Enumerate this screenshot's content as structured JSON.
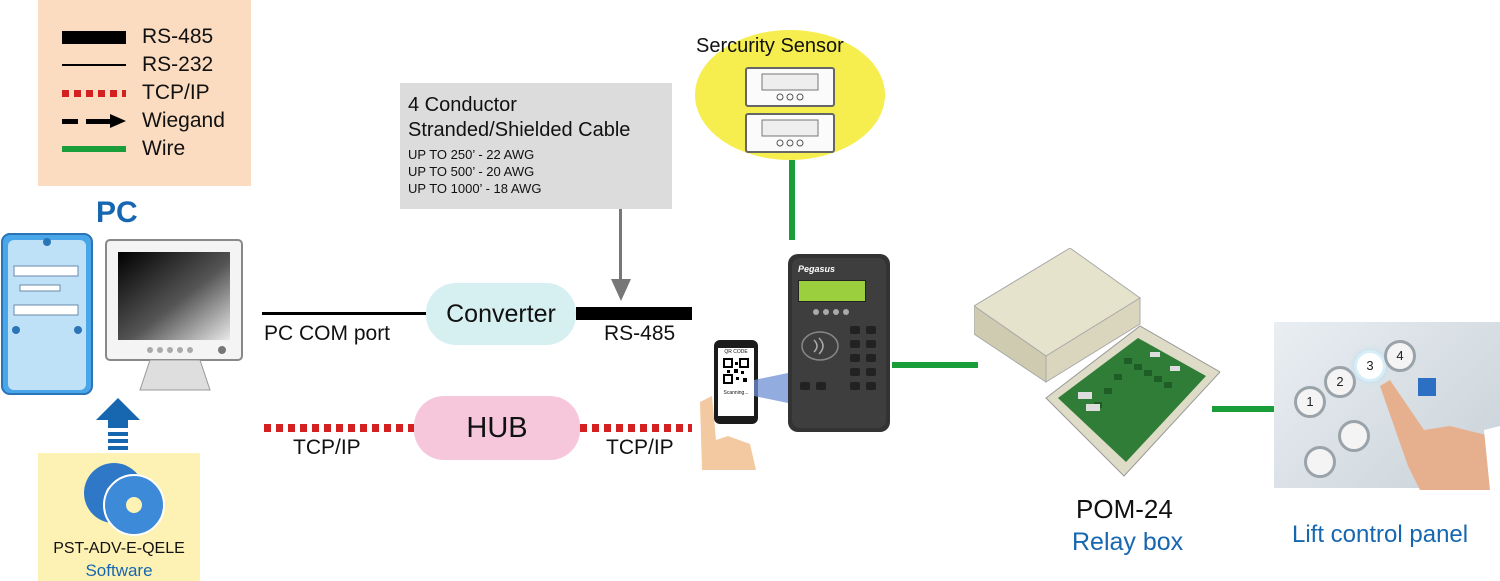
{
  "legend": {
    "items": [
      {
        "label": "RS-485",
        "style": "thick-black"
      },
      {
        "label": "RS-232",
        "style": "thin-black"
      },
      {
        "label": "TCP/IP",
        "style": "red-dotted"
      },
      {
        "label": "Wiegand",
        "style": "dashed-arrow"
      },
      {
        "label": "Wire",
        "style": "green"
      }
    ]
  },
  "pc": {
    "title": "PC"
  },
  "cable_box": {
    "title_line1": "4 Conductor",
    "title_line2": "Stranded/Shielded Cable",
    "specs": [
      "UP TO 250’ - 22 AWG",
      "UP TO 500’ - 20 AWG",
      "UP TO 1000’ - 18 AWG"
    ]
  },
  "sensor": {
    "title": "Sercurity Sensor"
  },
  "converter": {
    "label": "Converter",
    "left_label": "PC COM port",
    "right_label": "RS-485"
  },
  "hub": {
    "label": "HUB",
    "left_label": "TCP/IP",
    "right_label": "TCP/IP"
  },
  "phone": {
    "header": "QR CODE",
    "status": "Scanning..."
  },
  "reader": {
    "brand": "Pegasus"
  },
  "software": {
    "name": "PST-ADV-E-QELE",
    "sub": "Software"
  },
  "relay": {
    "name": "POM-24",
    "sub": "Relay box"
  },
  "lift": {
    "sub": "Lift control panel",
    "buttons": [
      "1",
      "2",
      "3",
      "4"
    ]
  },
  "colors": {
    "blue": "#1767b0",
    "green": "#1a9e3a",
    "red": "#d42020",
    "legend_bg": "#fbdcc0",
    "sensor_bg": "#f6ee4e"
  }
}
